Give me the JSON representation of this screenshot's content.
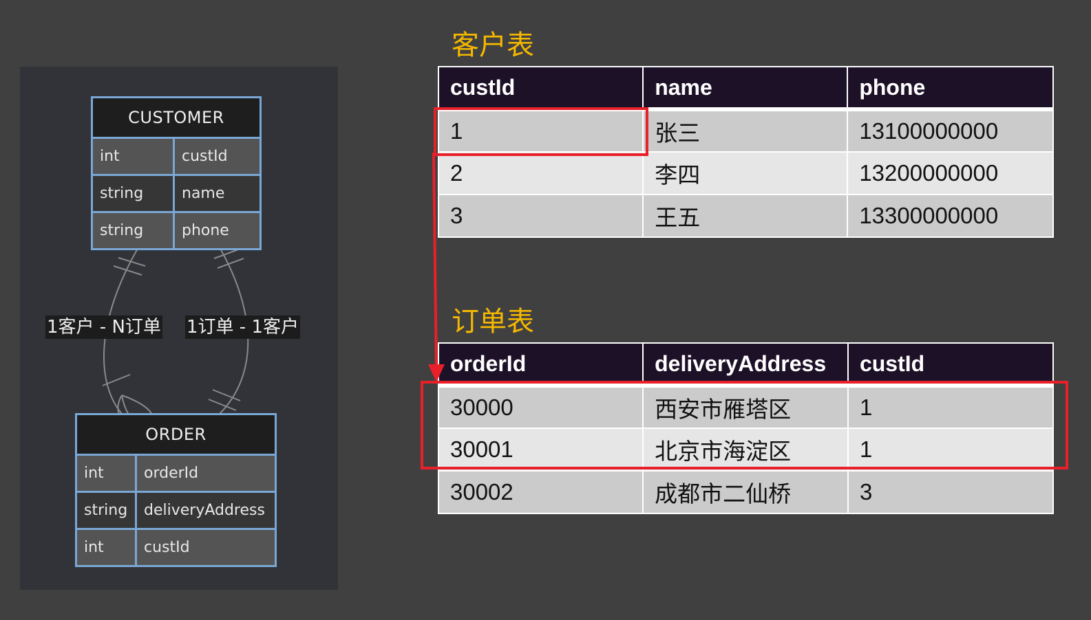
{
  "er_diagram": {
    "customer": {
      "title": "CUSTOMER",
      "fields": [
        {
          "type": "int",
          "name": "custId"
        },
        {
          "type": "string",
          "name": "name"
        },
        {
          "type": "string",
          "name": "phone"
        }
      ]
    },
    "order": {
      "title": "ORDER",
      "fields": [
        {
          "type": "int",
          "name": "orderId"
        },
        {
          "type": "string",
          "name": "deliveryAddress"
        },
        {
          "type": "int",
          "name": "custId"
        }
      ]
    },
    "relationships": {
      "left_label": "1客户 - N订单",
      "right_label": "1订单 - 1客户",
      "line_color": "#8a8a8a"
    },
    "colors": {
      "panel_bg": "#313338",
      "entity_border": "#7aa8d6",
      "title_bg": "#1e1e1e"
    }
  },
  "customers_table": {
    "caption": "客户表",
    "headers": [
      "custId",
      "name",
      "phone"
    ],
    "rows": [
      [
        "1",
        "张三",
        "13100000000"
      ],
      [
        "2",
        "李四",
        "13200000000"
      ],
      [
        "3",
        "王五",
        "13300000000"
      ]
    ]
  },
  "orders_table": {
    "caption": "订单表",
    "headers": [
      "orderId",
      "deliveryAddress",
      "custId"
    ],
    "rows": [
      [
        "30000",
        "西安市雁塔区",
        "1"
      ],
      [
        "30001",
        "北京市海淀区",
        "1"
      ],
      [
        "30002",
        "成都市二仙桥",
        "3"
      ]
    ]
  },
  "annotations": {
    "highlight_color": "#e8202a",
    "customer_highlight": "custId = 1 row",
    "order_highlight": "orders with custId = 1",
    "arrow": "customer custId 1 → related orders"
  },
  "colors": {
    "page_bg": "#404040",
    "caption": "#f5b800",
    "table_header_bg": "#1d1128",
    "row_odd": "#cbcbcb",
    "row_even": "#e6e6e6"
  }
}
